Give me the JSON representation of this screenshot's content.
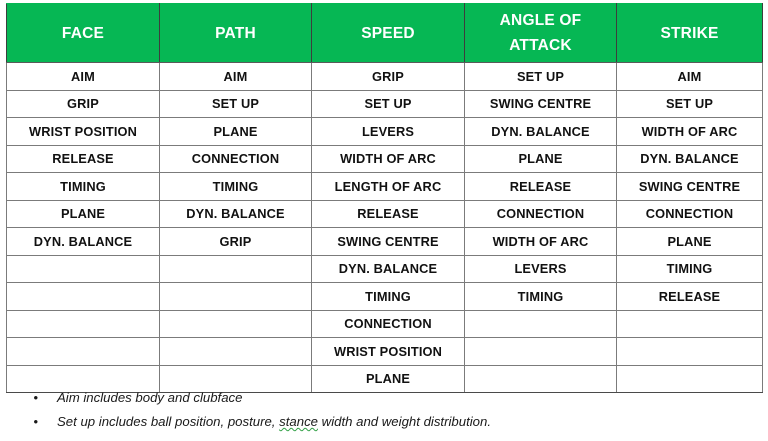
{
  "document": {
    "title": "Golf Swing Fundamentals Matrix",
    "accent_color": "#06b754",
    "header_text_color": "#ffffff",
    "body_text_color": "#111111",
    "border_color": "#7b7b7b",
    "spellcheck_underline_color": "#2f9e44"
  },
  "table": {
    "columns": [
      {
        "id": "face",
        "label": "FACE"
      },
      {
        "id": "path",
        "label": "PATH"
      },
      {
        "id": "speed",
        "label": "SPEED"
      },
      {
        "id": "angle_of_attack",
        "label_line1": "ANGLE OF",
        "label_line2": "ATTACK"
      },
      {
        "id": "strike",
        "label": "STRIKE"
      }
    ],
    "rows": [
      [
        "AIM",
        "AIM",
        "GRIP",
        "SET UP",
        "AIM"
      ],
      [
        "GRIP",
        "SET UP",
        "SET UP",
        "SWING CENTRE",
        "SET UP"
      ],
      [
        "WRIST POSITION",
        "PLANE",
        "LEVERS",
        "DYN. BALANCE",
        "WIDTH OF ARC"
      ],
      [
        "RELEASE",
        "CONNECTION",
        "WIDTH OF ARC",
        "PLANE",
        "DYN. BALANCE"
      ],
      [
        "TIMING",
        "TIMING",
        "LENGTH OF ARC",
        "RELEASE",
        "SWING CENTRE"
      ],
      [
        "PLANE",
        "DYN. BALANCE",
        "RELEASE",
        "CONNECTION",
        "CONNECTION"
      ],
      [
        "DYN. BALANCE",
        "GRIP",
        "SWING CENTRE",
        "WIDTH OF ARC",
        "PLANE"
      ],
      [
        "",
        "",
        "DYN. BALANCE",
        "LEVERS",
        "TIMING"
      ],
      [
        "",
        "",
        "TIMING",
        "TIMING",
        "RELEASE"
      ],
      [
        "",
        "",
        "CONNECTION",
        "",
        ""
      ],
      [
        "",
        "",
        "WRIST POSITION",
        "",
        ""
      ],
      [
        "",
        "",
        "PLANE",
        "",
        ""
      ]
    ]
  },
  "notes": {
    "bullet_glyph": "•",
    "items": [
      {
        "before": "Aim includes body and clubface",
        "misspelled": "",
        "after": ""
      },
      {
        "before": "Set up includes ball position, posture, ",
        "misspelled": "stance",
        "after": " width and weight distribution."
      }
    ]
  }
}
